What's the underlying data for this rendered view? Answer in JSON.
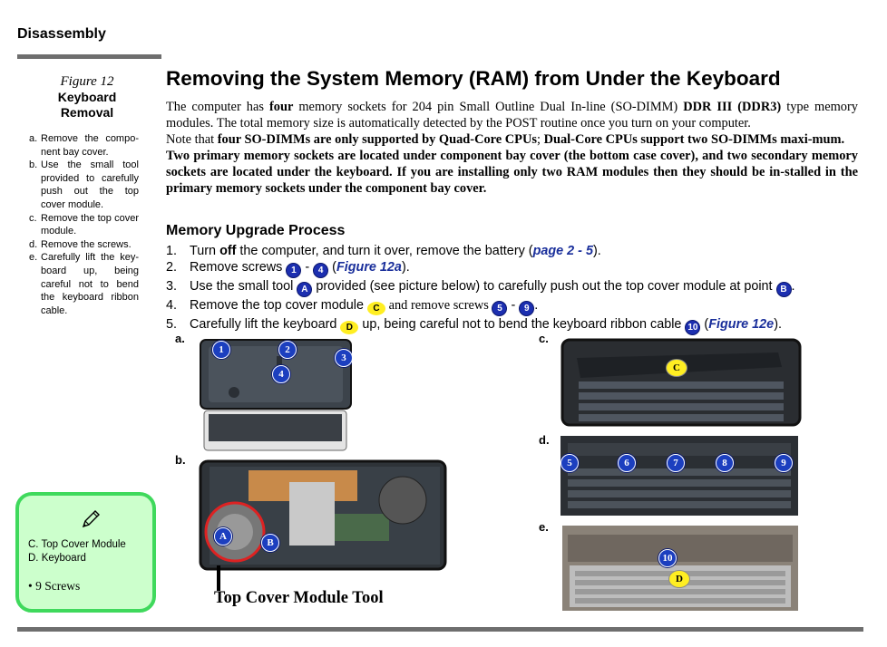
{
  "section": "Disassembly",
  "figure": {
    "label": "Figure 12",
    "title_line1": "Keyboard",
    "title_line2": "Removal"
  },
  "steps": [
    {
      "letter": "a.",
      "text": "Remove the compo-nent bay cover."
    },
    {
      "letter": "b.",
      "text": "Use the small tool provided to carefully push out the top cover module."
    },
    {
      "letter": "c.",
      "text": "Remove the top cover module."
    },
    {
      "letter": "d.",
      "text": "Remove the screws."
    },
    {
      "letter": "e.",
      "text": "Carefully lift the key-board up, being careful not to bend the keyboard ribbon cable."
    }
  ],
  "note": {
    "icon": "pencil-icon",
    "line1": "C.  Top Cover Module",
    "line2": "D.  Keyboard",
    "bullet": "•    9 Screws"
  },
  "title": "Removing the System Memory (RAM) from Under the Keyboard",
  "intro": {
    "p1_a": "The computer has ",
    "p1_b": "four",
    "p1_c": " memory sockets for 204 pin Small Outline Dual In-line (SO-DIMM) ",
    "p1_d": "DDR III (DDR3)",
    "p1_e": " type memory modules. The total memory size is automatically detected by the POST routine once you turn on your computer.",
    "p2_a": "Note that ",
    "p2_b": "four SO-DIMMs are only supported by Quad-Core CPUs",
    "p2_c": "; ",
    "p2_d": "Dual-Core CPUs support two SO-DIMMs maxi-mum.",
    "p3": "Two primary memory sockets are located under component bay cover (the bottom case cover), and two secondary memory sockets are located under the keyboard. If you are installing only two RAM modules then they should be in-stalled in the primary memory sockets under the component bay cover."
  },
  "upgrade": {
    "heading": "Memory Upgrade Process",
    "s1": {
      "num": "1.",
      "a": "Turn ",
      "b": "off",
      "c": " the computer, and turn it over, remove the battery (",
      "link": "page 2 - 5",
      "d": ")."
    },
    "s2": {
      "num": "2.",
      "a": "Remove screws ",
      "b1": "1",
      "dash": " - ",
      "b2": "4",
      "c": " (",
      "link": "Figure 12a",
      "d": ")."
    },
    "s3": {
      "num": "3.",
      "a": "Use the small tool ",
      "b1": "A",
      "c": " provided (see picture below) to carefully push out the top cover module at point ",
      "b2": "B",
      "d": "."
    },
    "s4": {
      "num": "4.",
      "a": "Remove the top cover module ",
      "y": "C",
      "c": " and remove screws ",
      "b1": "5",
      "dash": " - ",
      "b2": "9",
      "d": "."
    },
    "s5": {
      "num": "5.",
      "a": "Carefully lift the keyboard ",
      "y": "D",
      "c": " up, being careful not to bend the keyboard ribbon cable ",
      "b1": "10",
      "d": " (",
      "link": "Figure 12e",
      "e": ")."
    }
  },
  "panels": {
    "a": {
      "label": "a.",
      "badges": [
        "1",
        "2",
        "3",
        "4"
      ]
    },
    "b": {
      "label": "b.",
      "badges": [
        "A",
        "B"
      ],
      "tool_caption": "Top Cover Module Tool"
    },
    "c": {
      "label": "c.",
      "badges": [
        "C"
      ]
    },
    "d": {
      "label": "d.",
      "badges": [
        "5",
        "6",
        "7",
        "8",
        "9"
      ]
    },
    "e": {
      "label": "e.",
      "badges": [
        "10",
        "D"
      ]
    }
  }
}
